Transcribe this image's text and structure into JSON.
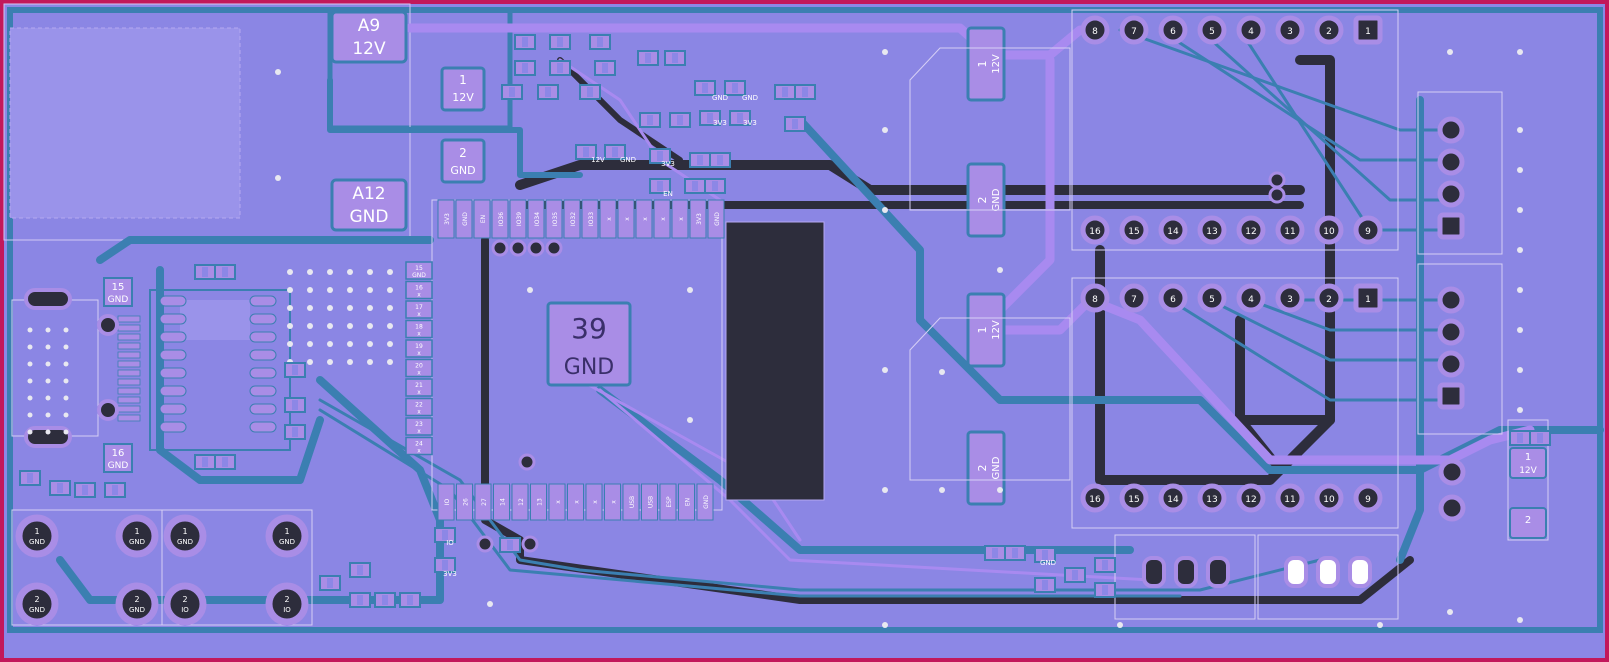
{
  "colors": {
    "board_fill": "#8c87e6",
    "copper_back": "#3b7fb1",
    "copper_top": "#a88af0",
    "trace_dark": "#2d2d3c",
    "pad": "#a98de6",
    "edge": "#c2185b",
    "silk": "#e8e8f0"
  },
  "power_pads": {
    "a9_label": "A9",
    "a9_net": "12V",
    "a12_label": "A12",
    "a12_net": "GND",
    "p1_num": "1",
    "p1_net": "12V",
    "p2_num": "2",
    "p2_net": "GND",
    "center_num": "39",
    "center_net": "GND"
  },
  "left_headers": {
    "top_num": "15",
    "top_net": "GND",
    "bottom_num": "16",
    "bottom_net": "GND"
  },
  "right_vertical_pads": [
    {
      "num": "1",
      "net": "12V"
    },
    {
      "num": "2",
      "net": "GND"
    },
    {
      "num": "1",
      "net": "12V"
    },
    {
      "num": "2",
      "net": "GND"
    }
  ],
  "right_edge_pad": {
    "num1": "1",
    "net1": "12V",
    "num2": "2"
  },
  "connectors_bottom_left": [
    {
      "num": "1",
      "net": "GND"
    },
    {
      "num": "1",
      "net": "GND"
    },
    {
      "num": "1",
      "net": "GND"
    },
    {
      "num": "1",
      "net": "GND"
    },
    {
      "num": "2",
      "net": "GND"
    },
    {
      "num": "2",
      "net": "GND"
    },
    {
      "num": "2",
      "net": "IO"
    },
    {
      "num": "2",
      "net": "IO"
    }
  ],
  "top_header_pins": [
    "8",
    "7",
    "6",
    "5",
    "4",
    "3",
    "2",
    "1"
  ],
  "top_header_row2": [
    "16",
    "15",
    "14",
    "13",
    "12",
    "11",
    "10",
    "9"
  ],
  "mid_header_pins": [
    "8",
    "7",
    "6",
    "5",
    "4",
    "3",
    "2",
    "1"
  ],
  "mid_header_row2": [
    "16",
    "15",
    "14",
    "13",
    "12",
    "11",
    "10",
    "9"
  ],
  "module_left_col": [
    "15",
    "GND",
    "16",
    "x",
    "17",
    "x",
    "18",
    "x",
    "19",
    "x",
    "20",
    "x",
    "21",
    "x",
    "22",
    "x",
    "23",
    "x",
    "24",
    "x"
  ],
  "module_top_row": [
    "3V3",
    "GND",
    "EN",
    "IO36",
    "IO39",
    "IO34",
    "IO35",
    "IO32",
    "IO33",
    "x",
    "x",
    "x",
    "x",
    "x",
    "3V3",
    "GND"
  ],
  "module_bottom_row": [
    "IO",
    "26",
    "27",
    "14",
    "12",
    "13",
    "x",
    "x",
    "x",
    "x",
    "USB",
    "USB",
    "ESP",
    "EN",
    "GND"
  ],
  "small_pads": {
    "gnd": "GND",
    "v33": "3V3",
    "v12": "12V",
    "en": "EN",
    "io": "IO"
  }
}
